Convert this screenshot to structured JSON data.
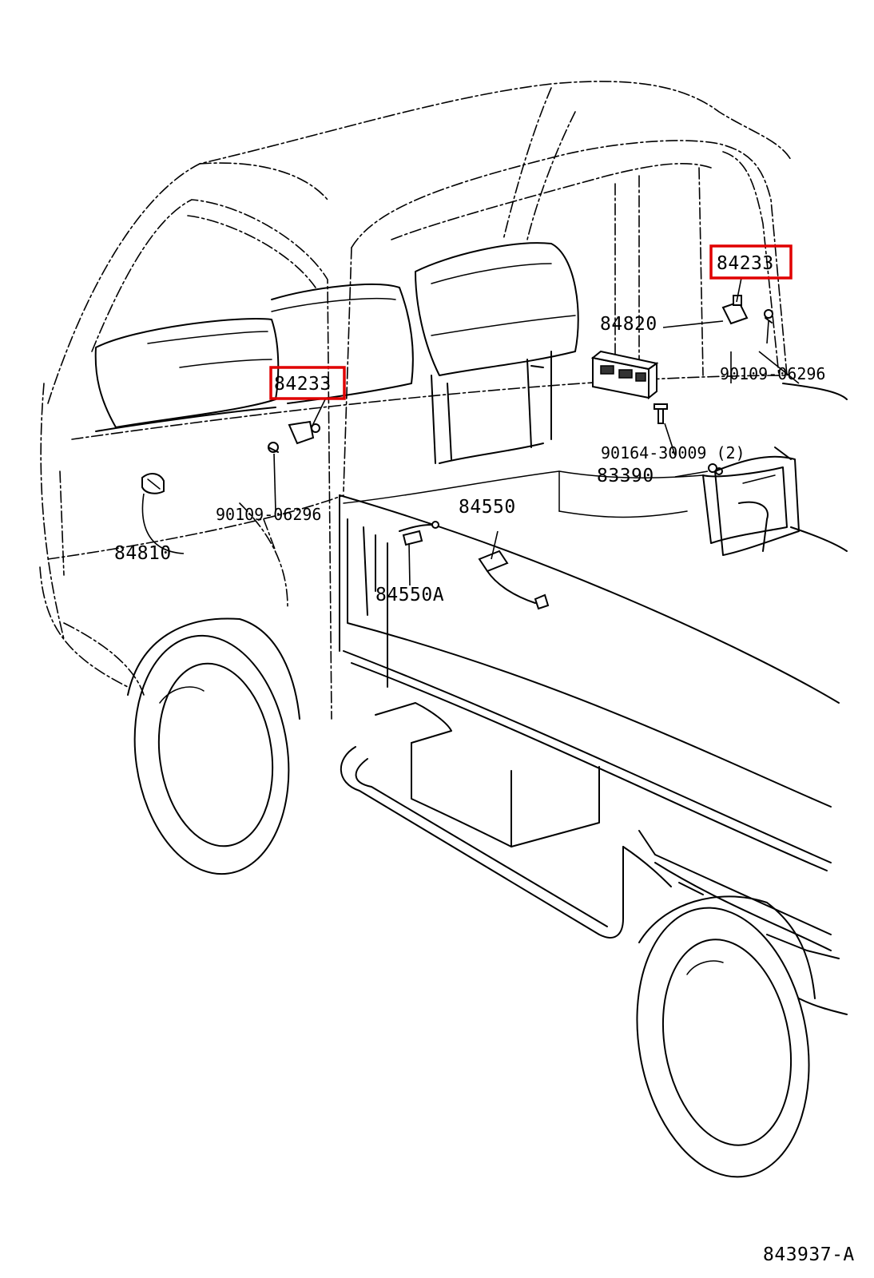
{
  "diagram": {
    "figure_code": "843937-A",
    "highlight_color": "#e00000",
    "callouts": [
      {
        "id": "c1",
        "text": "84233",
        "highlighted": true
      },
      {
        "id": "c2",
        "text": "84233",
        "highlighted": true
      },
      {
        "id": "c3",
        "text": "84820",
        "highlighted": false
      },
      {
        "id": "c4",
        "text": "90109-06296",
        "highlighted": false
      },
      {
        "id": "c5",
        "text": "90164-30009 (2)",
        "highlighted": false
      },
      {
        "id": "c6",
        "text": "83390",
        "highlighted": false
      },
      {
        "id": "c7",
        "text": "84550",
        "highlighted": false
      },
      {
        "id": "c8",
        "text": "84550A",
        "highlighted": false
      },
      {
        "id": "c9",
        "text": "90109-06296",
        "highlighted": false
      },
      {
        "id": "c10",
        "text": "84810",
        "highlighted": false
      }
    ]
  }
}
